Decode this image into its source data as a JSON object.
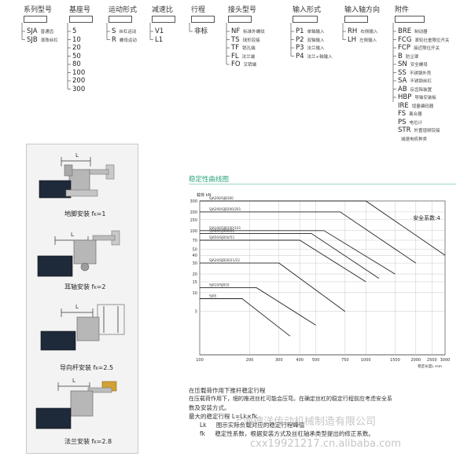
{
  "ordering": {
    "columns": [
      {
        "header": "系列型号",
        "codes": [
          {
            "code": "SJA",
            "desc": "普通齿"
          },
          {
            "code": "SJB",
            "desc": "滚珠丝杠"
          }
        ]
      },
      {
        "header": "基座号",
        "codes": [
          {
            "code": "5"
          },
          {
            "code": "10"
          },
          {
            "code": "20"
          },
          {
            "code": "50"
          },
          {
            "code": "80"
          },
          {
            "code": "100"
          },
          {
            "code": "200"
          },
          {
            "code": "300"
          }
        ]
      },
      {
        "header": "运动形式",
        "codes": [
          {
            "code": "S",
            "desc": "丝杠运动"
          },
          {
            "code": "R",
            "desc": "螺母运动"
          }
        ]
      },
      {
        "header": "减速比",
        "codes": [
          {
            "code": "V1"
          },
          {
            "code": "L1"
          }
        ]
      },
      {
        "header": "行程",
        "codes": [
          {
            "code": "非标"
          }
        ]
      },
      {
        "header": "接头型号",
        "codes": [
          {
            "code": "NF",
            "desc": "标准外螺纹"
          },
          {
            "code": "TS",
            "desc": "球形铰接"
          },
          {
            "code": "TF",
            "desc": "销孔端"
          },
          {
            "code": "FL",
            "desc": "法兰端"
          },
          {
            "code": "FO",
            "desc": "叉销端"
          }
        ]
      },
      {
        "header": "输入形式",
        "codes": [
          {
            "code": "P1",
            "desc": "单轴输入"
          },
          {
            "code": "P2",
            "desc": "双轴输入"
          },
          {
            "code": "P3",
            "desc": "法兰输入"
          },
          {
            "code": "P4",
            "desc": "法兰+轴输入"
          }
        ]
      },
      {
        "header": "输入轴方向",
        "codes": [
          {
            "code": "RH",
            "desc": "右侧输入"
          },
          {
            "code": "LH",
            "desc": "左侧输入"
          }
        ]
      },
      {
        "header": "附件",
        "codes": [
          {
            "code": "BRE",
            "desc": "制动器"
          },
          {
            "code": "FCG",
            "desc": "滚轮社垂限位开关"
          },
          {
            "code": "FCP",
            "desc": "接近限位开关"
          },
          {
            "code": "B",
            "desc": "防尘罩"
          },
          {
            "code": "SN",
            "desc": "安全螺母"
          },
          {
            "code": "SS",
            "desc": "不锈钢外壳"
          },
          {
            "code": "SA",
            "desc": "不锈钢丝杠"
          },
          {
            "code": "AB",
            "desc": "反齿除装置"
          },
          {
            "code": "HBP",
            "desc": "导轴安装板"
          },
          {
            "code": "IRE",
            "desc": "增量编码器"
          },
          {
            "code": "FS",
            "desc": "离合器"
          },
          {
            "code": "PS",
            "desc": "电位计"
          },
          {
            "code": "STR",
            "desc": "外置增频铰接"
          },
          {
            "code": "",
            "desc": "减速电机种类"
          }
        ]
      }
    ]
  },
  "mountings": [
    {
      "label": "地脚安装",
      "factor": "=1"
    },
    {
      "label": "耳轴安装",
      "factor": "=2"
    },
    {
      "label": "导向杆安装",
      "factor": "=2.5"
    },
    {
      "label": "法兰安装",
      "factor": "=2.8"
    }
  ],
  "chart_section_title": "稳定性曲线图",
  "chart_data": {
    "type": "line",
    "ylabel": "载荷 kN",
    "xlabel": "稳定长度L mm",
    "y_scale": "log",
    "x_scale": "log",
    "annotation": "安全系数:4",
    "y_ticks": [
      5,
      10,
      15,
      20,
      30,
      40,
      50,
      70,
      100,
      150,
      200,
      300
    ],
    "x_ticks": [
      100,
      200,
      300,
      400,
      500,
      750,
      1000,
      1500,
      2000,
      2500,
      3000
    ],
    "series": [
      {
        "name": "SJA200/SJB300",
        "points": [
          [
            100,
            300
          ],
          [
            1000,
            300
          ],
          [
            3000,
            40
          ]
        ]
      },
      {
        "name": "SJA200/SJB200/201",
        "points": [
          [
            100,
            200
          ],
          [
            700,
            200
          ],
          [
            2000,
            30
          ]
        ]
      },
      {
        "name": "SJA100/SJB100/101",
        "points": [
          [
            100,
            100
          ],
          [
            560,
            100
          ],
          [
            1500,
            20
          ]
        ]
      },
      {
        "name": "SJA80/SJB80/81",
        "points": [
          [
            100,
            90
          ],
          [
            470,
            90
          ],
          [
            1200,
            17
          ]
        ]
      },
      {
        "name": "SJA50/SJB50/51",
        "points": [
          [
            100,
            70
          ],
          [
            400,
            70
          ],
          [
            1000,
            15
          ]
        ]
      },
      {
        "name": "SJA20/SJB20/21/22",
        "points": [
          [
            100,
            30
          ],
          [
            300,
            30
          ],
          [
            750,
            5
          ]
        ]
      },
      {
        "name": "SJA10/SJB10",
        "points": [
          [
            100,
            12
          ],
          [
            220,
            12
          ],
          [
            500,
            3
          ]
        ]
      },
      {
        "name": "SJA5",
        "points": [
          [
            100,
            8
          ],
          [
            180,
            8
          ],
          [
            350,
            2
          ]
        ]
      }
    ]
  },
  "notes": {
    "line1": "在压载荷作用下推杆稳定行程",
    "line2": "在压载荷作用下，细的推进丝杠可能会压弯。在确定丝杠的稳定行程前应考虑安全系",
    "line3": "数及安装方式。",
    "line4": "最大的稳定行程 L=Lk×fk",
    "lk_term": "Lk",
    "lk_desc": "图示实际负载对应的稳定行程峰值",
    "fk_term": "fk",
    "fk_desc": "稳定性系数，根据安装方式及丝杠轴承类型提出的修正系数。"
  },
  "watermark": {
    "company": "上海德洋传动机械制造有限公司",
    "url": "cxx19921217.cn.alibaba.com"
  }
}
